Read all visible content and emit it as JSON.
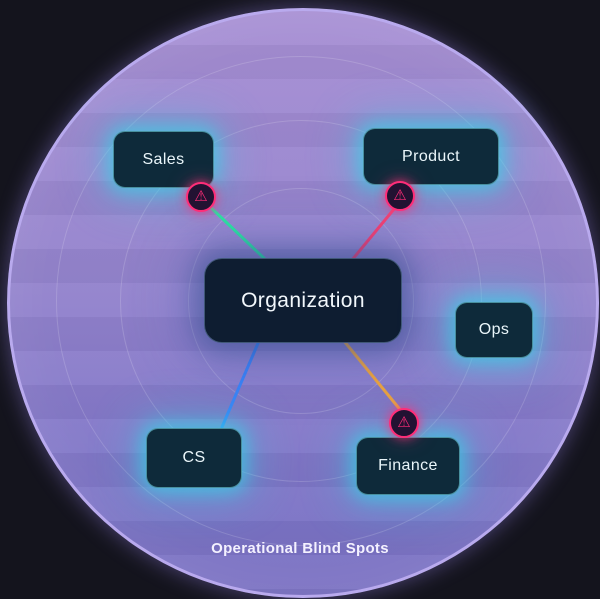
{
  "caption": "Operational Blind Spots",
  "center": {
    "label": "Organization"
  },
  "nodes": [
    {
      "label": "Sales",
      "warning": true
    },
    {
      "label": "Product",
      "warning": true
    },
    {
      "label": "Ops",
      "warning": false
    },
    {
      "label": "CS",
      "warning": false
    },
    {
      "label": "Finance",
      "warning": true
    }
  ],
  "icons": {
    "warning": "⚠"
  },
  "colors": {
    "node_glow": "#2fd8e8",
    "warning_accent": "#ff2d78",
    "connector_sales": "#2ee6a0",
    "connector_product": "#ff3d6e",
    "connector_cs": "#3b82f6",
    "connector_finance": "#efa43c"
  }
}
